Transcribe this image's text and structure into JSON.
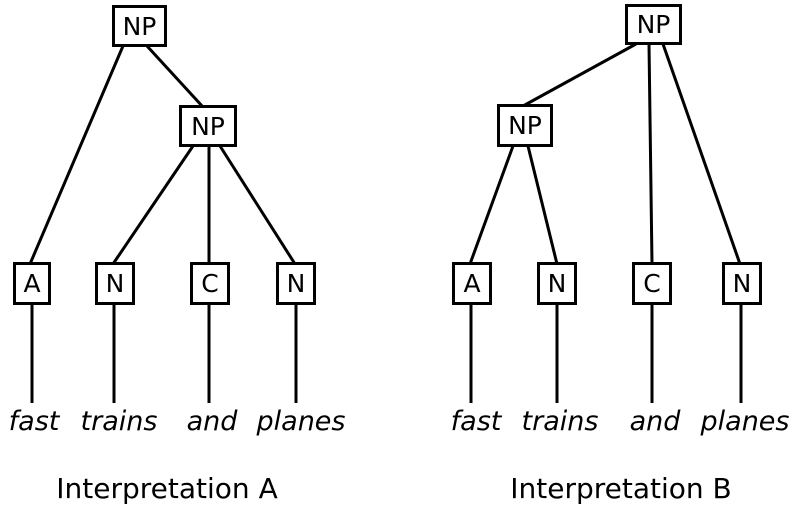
{
  "background": "#ffffff",
  "line_color": "#000000",
  "phrase": "fast trains and planes",
  "trees": [
    {
      "caption": "Interpretation A",
      "nodes": {
        "root": "NP",
        "inner": "NP",
        "leaf1": "A",
        "leaf2": "N",
        "leaf3": "C",
        "leaf4": "N"
      },
      "words": [
        "fast",
        "trains",
        "and",
        "planes"
      ]
    },
    {
      "caption": "Interpretation B",
      "nodes": {
        "root": "NP",
        "inner": "NP",
        "leaf1": "A",
        "leaf2": "N",
        "leaf3": "C",
        "leaf4": "N"
      },
      "words": [
        "fast",
        "trains",
        "and",
        "planes"
      ]
    }
  ]
}
